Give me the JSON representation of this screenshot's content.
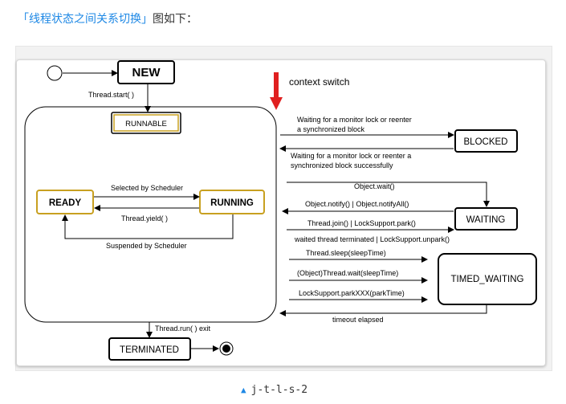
{
  "heading": {
    "left_bracket": "「",
    "title": "线程状态之间关系切换",
    "right_bracket": "」",
    "suffix": "图如下："
  },
  "diagram": {
    "states": {
      "new": "NEW",
      "runnable": "RUNNABLE",
      "ready": "READY",
      "running": "RUNNING",
      "blocked": "BLOCKED",
      "waiting": "WAITING",
      "timed_waiting": "TIMED_WAITING",
      "terminated": "TERMINATED"
    },
    "legend": "context switch",
    "labels": {
      "thread_start": "Thread.start( )",
      "selected_by_scheduler": "Selected by Scheduler",
      "thread_yield": "Thread.yield( )",
      "suspended_by_scheduler": "Suspended by Scheduler",
      "thread_run_exit": "Thread.run( )   exit",
      "blocked_in_1": "Waiting for a monitor lock or reenter",
      "blocked_in_2": "a synchronized block",
      "blocked_out_1": "Waiting for a monitor lock or reenter  a",
      "blocked_out_2": "synchronized block successfully",
      "object_wait": "Object.wait()",
      "object_notify": "Object.notify() | Object.notifyAll()",
      "thread_join": "Thread.join() | LockSupport.park()",
      "waited_terminated": "waited thread terminated | LockSupport.unpark()",
      "thread_sleep": "Thread.sleep(sleepTime)",
      "object_wait_time": "(Object)Thread.wait(sleepTime)",
      "lock_park": "LockSupport.parkXXX(parkTime)",
      "timeout_elapsed": "timeout elapsed"
    },
    "colors": {
      "state_border": "#000000",
      "runnable_border": "#c8a020",
      "context_switch_arrow": "#e02020"
    }
  },
  "caption": {
    "icon": "triangle-up-icon",
    "text": "j-t-l-s-2"
  }
}
